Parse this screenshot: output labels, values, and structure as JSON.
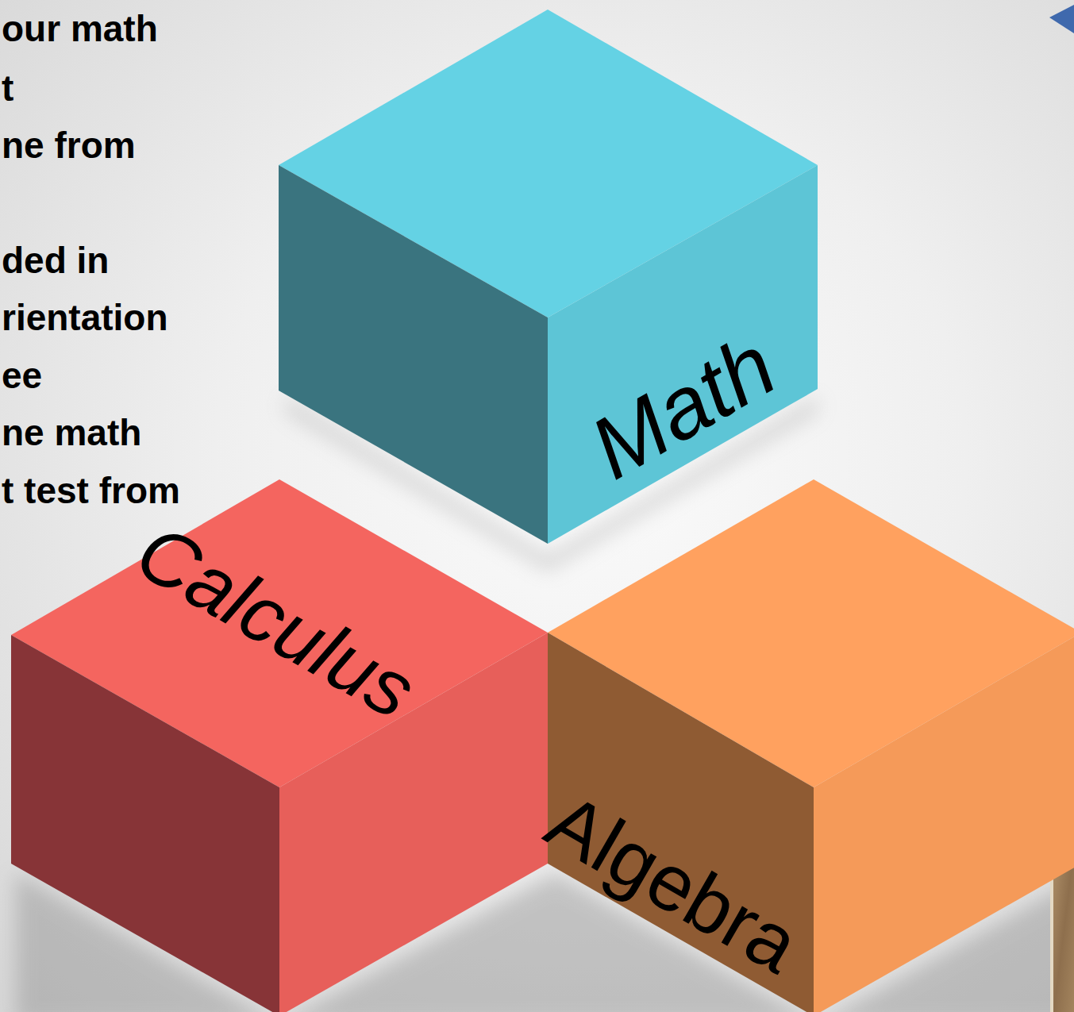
{
  "diagram": {
    "nodes": [
      {
        "text": [
          "Math"
        ]
      },
      {
        "text": [
          "Calculus"
        ]
      },
      {
        "text": [
          "Algebra"
        ]
      }
    ],
    "labels": [
      "our math",
      "t",
      "ne from",
      "ded in",
      "rientation",
      "ee",
      "ne math",
      "t test from"
    ]
  }
}
